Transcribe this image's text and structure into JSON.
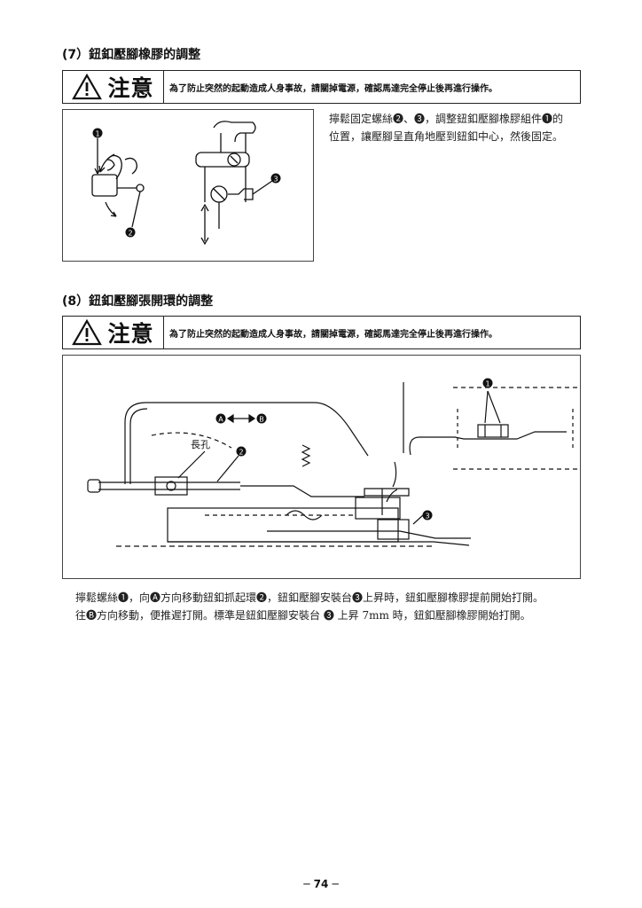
{
  "section7": {
    "title": "(7）鈕釦壓腳橡膠的調整",
    "caution_word": "注意",
    "caution_text": "為了防止突然的起動造成人身事故，請關掉電源，確認馬達完全停止後再進行操作。",
    "instructions": [
      "擰鬆固定螺絲❷、❸，調整鈕釦壓腳橡膠組件❶的",
      "位置，讓壓腳呈直角地壓到鈕釦中心，然後固定。"
    ]
  },
  "section8": {
    "title": "(8）鈕釦壓腳張開環的調整",
    "caution_word": "注意",
    "caution_text": "為了防止突然的起動造成人身事故，請關掉電源，確認馬達完全停止後再進行操作。",
    "figure_label_slot": "長孔",
    "instructions": [
      "擰鬆螺絲❶，向🅐方向移動鈕釦抓起環❷，鈕釦壓腳安裝台❸上昇時，鈕釦壓腳橡膠提前開始打開。",
      "往🅑方向移動，便推遲打開。標準是鈕釦壓腳安裝台 ❸ 上昇 7mm 時，鈕釦壓腳橡膠開始打開。"
    ]
  },
  "callouts": {
    "n1": "1",
    "n2": "2",
    "n3": "3",
    "a": "A",
    "b": "B"
  },
  "page_number": "─ 74 ─",
  "colors": {
    "ink": "#111111",
    "line": "#222222",
    "paper": "#ffffff"
  }
}
